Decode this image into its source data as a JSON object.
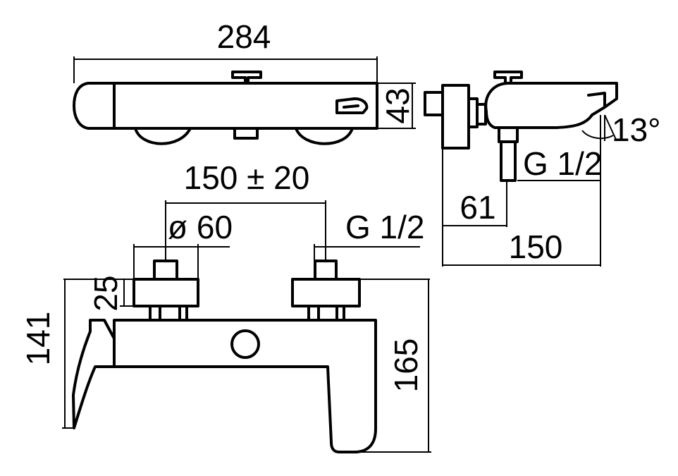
{
  "dimensions": {
    "width_total": "284",
    "height_top": "43",
    "angle": "13°",
    "thread_side": "G 1/2",
    "depth_inlet": "61",
    "depth_total": "150",
    "centers": "150 ± 20",
    "diameter": "ø 60",
    "thread_front": "G 1/2",
    "escutcheon": "25",
    "height_lever": "141",
    "height_body": "165"
  }
}
